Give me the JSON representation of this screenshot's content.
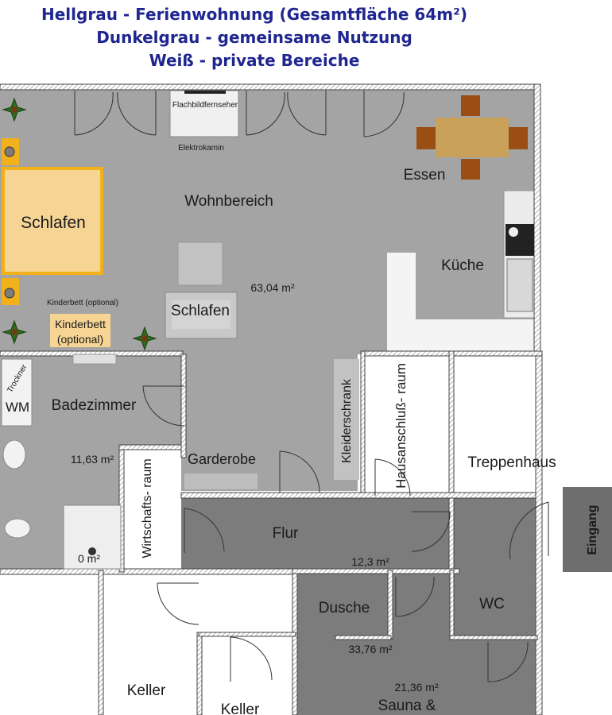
{
  "legend": {
    "line1": "Hellgrau - Ferienwohnung (Gesamtfläche 64m²)",
    "line2": "Dunkelgrau - gemeinsame Nutzung",
    "line3": "Weiß - private Bereiche"
  },
  "colors": {
    "light_gray": "#a4a4a4",
    "dark_gray": "#7c7c7c",
    "white": "#ffffff",
    "bed": "#f6d494",
    "bed_border": "#f2b11a",
    "table": "#c9a15a",
    "chair": "#9a4e14",
    "legend_text": "#1f2690"
  },
  "rooms": {
    "wohnbereich": "Wohnbereich",
    "wohn_area": "63,04 m²",
    "schlafen_bed": "Schlafen",
    "schlafen_sofa": "Schlafen",
    "kinderbett_note": "Kinderbett (optional)",
    "kinderbett_1": "Kinderbett",
    "kinderbett_2": "(optional)",
    "essen": "Essen",
    "kueche": "Küche",
    "flachbild": "Flachbildfernseher",
    "elektrokamin": "Elektrokamin",
    "badezimmer": "Badezimmer",
    "bad_area": "11,63 m²",
    "trockner": "Trockner",
    "wm": "WM",
    "shower_area": "0 m²",
    "wirtschaftsraum": "Wirtschafts- raum",
    "garderobe": "Garderobe",
    "kleiderschrank": "Kleiderschrank",
    "hausanschluss": "Hausanschluß- raum",
    "treppenhaus": "Treppenhaus",
    "eingang": "Eingang",
    "flur": "Flur",
    "flur_area": "12,3 m²",
    "dusche": "Dusche",
    "dusche_area": "33,76 m²",
    "wc": "WC",
    "sauna_area": "21,36 m²",
    "sauna": "Sauna &",
    "keller1": "Keller",
    "keller2": "Keller"
  }
}
